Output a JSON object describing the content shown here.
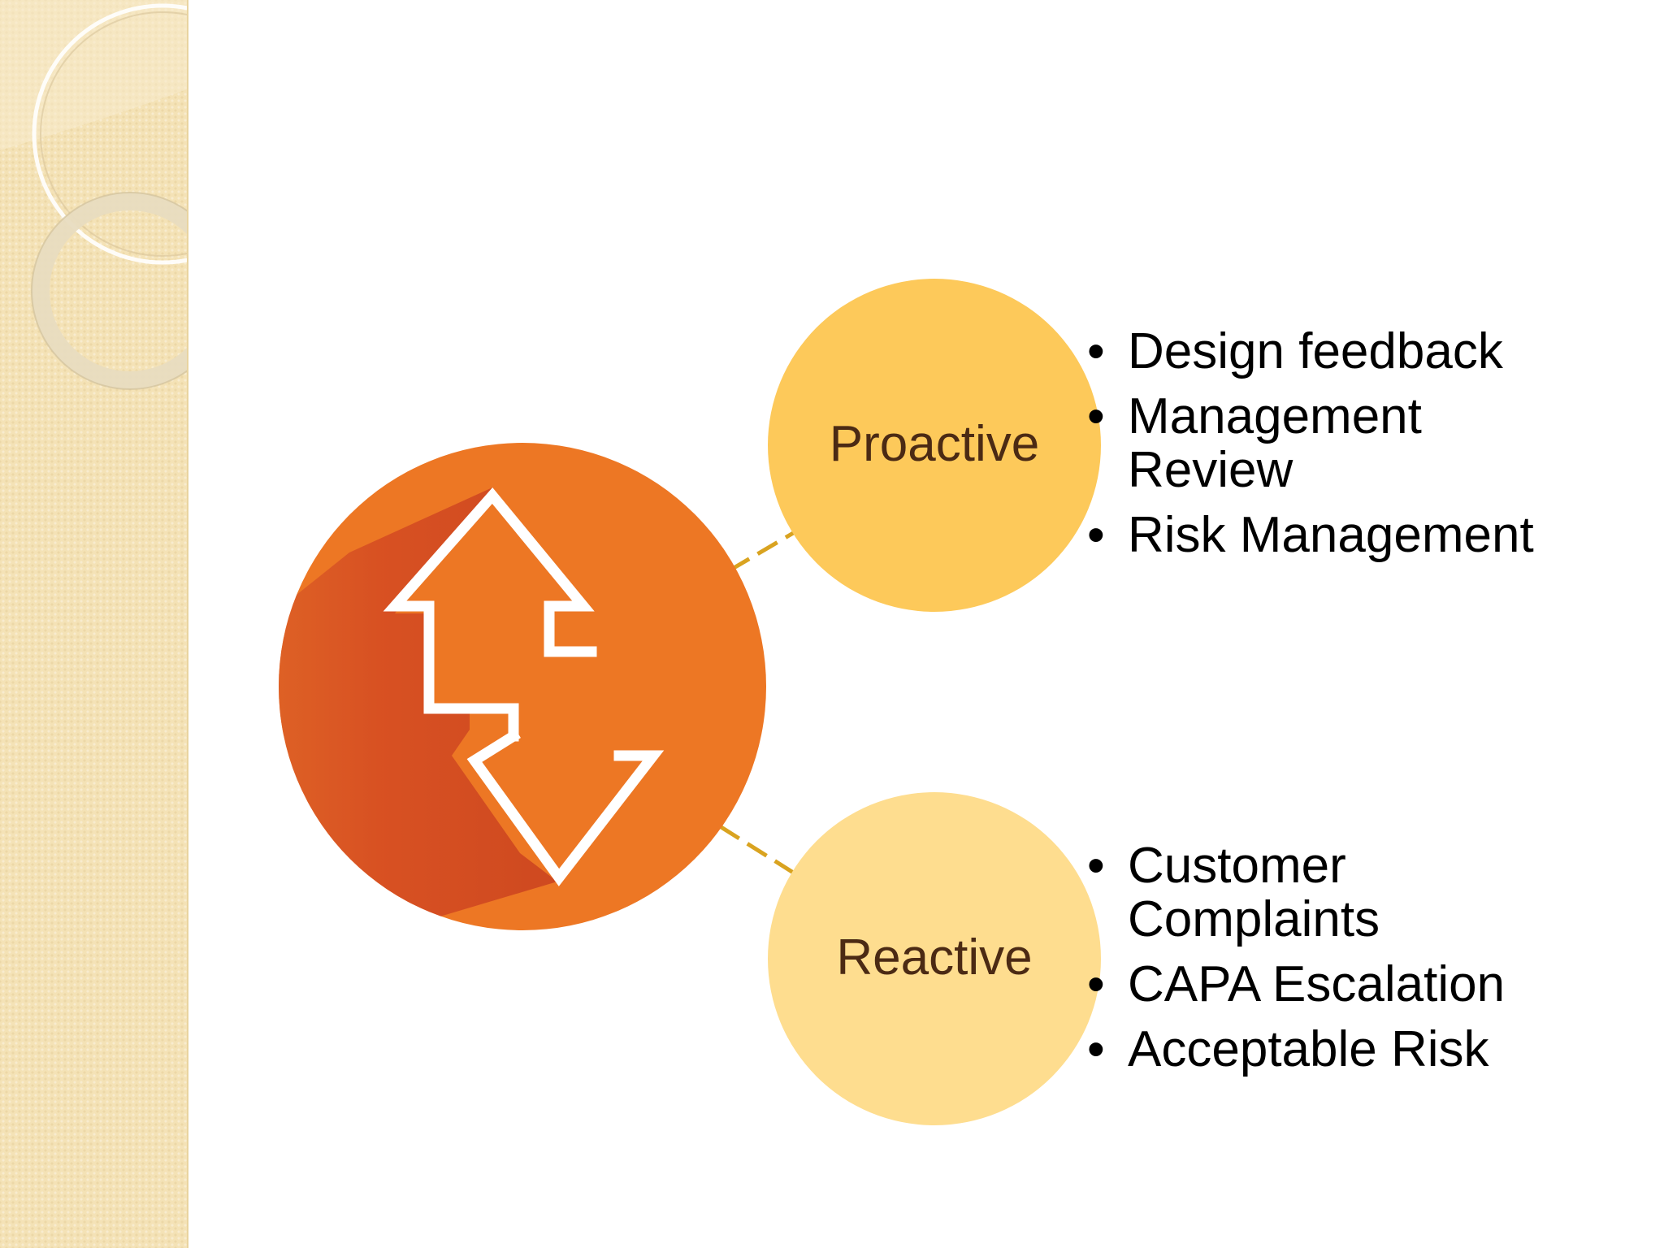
{
  "nodes": {
    "proactive": {
      "label": "Proactive",
      "color": "#fdc95a",
      "items": [
        "Design feedback",
        "Management Review",
        "Risk Management"
      ]
    },
    "reactive": {
      "label": "Reactive",
      "color": "#fedd8f",
      "items": [
        "Customer Complaints",
        "CAPA Escalation",
        "Acceptable Risk"
      ]
    }
  },
  "center": {
    "icon": "up-down-arrows-icon",
    "color": "#ed7724",
    "shadow_color": "#d44a22"
  },
  "connector_color": "#d9a320",
  "side_panel_color": "#f4e2b6"
}
